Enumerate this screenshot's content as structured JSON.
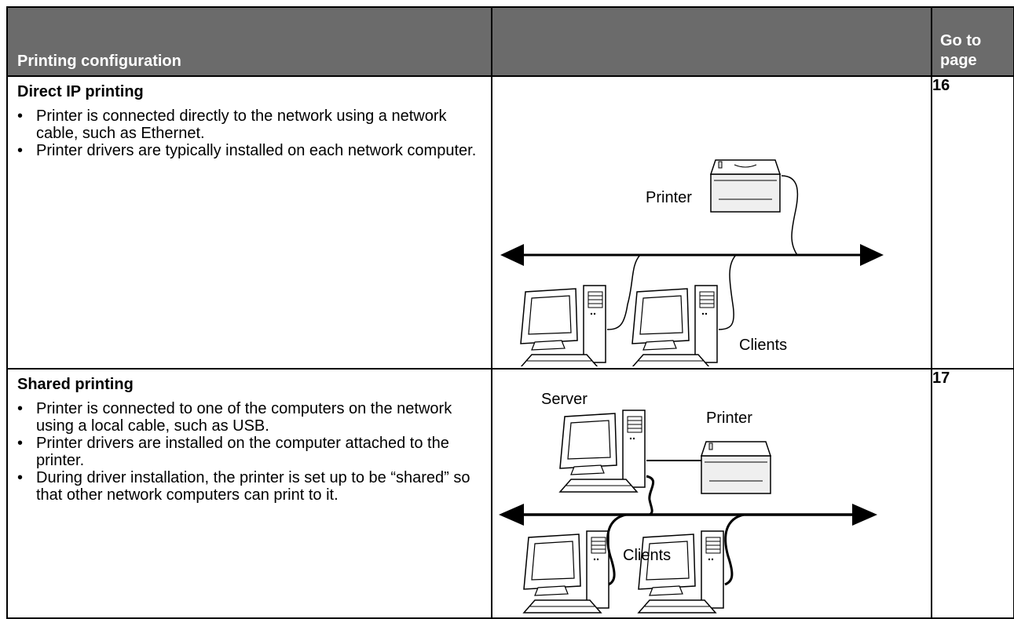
{
  "header": {
    "configuration": "Printing configuration",
    "diagram": "",
    "go_to_page": "Go to page"
  },
  "rows": [
    {
      "title": "Direct IP printing",
      "bullets": [
        "Printer is connected directly to the network using a network cable, such as Ethernet.",
        "Printer drivers are typically installed on each network computer."
      ],
      "page": "16",
      "labels": {
        "printer": "Printer",
        "clients": "Clients"
      }
    },
    {
      "title": "Shared printing",
      "bullets": [
        "Printer is connected to one of the computers on the network using a local cable, such as USB.",
        "Printer drivers are installed on the computer attached to the printer.",
        "During driver installation, the printer is set up to be “shared” so that other network computers can print to it."
      ],
      "page": "17",
      "labels": {
        "server": "Server",
        "printer": "Printer",
        "clients": "Clients"
      }
    }
  ],
  "bullet_glyph": "•"
}
